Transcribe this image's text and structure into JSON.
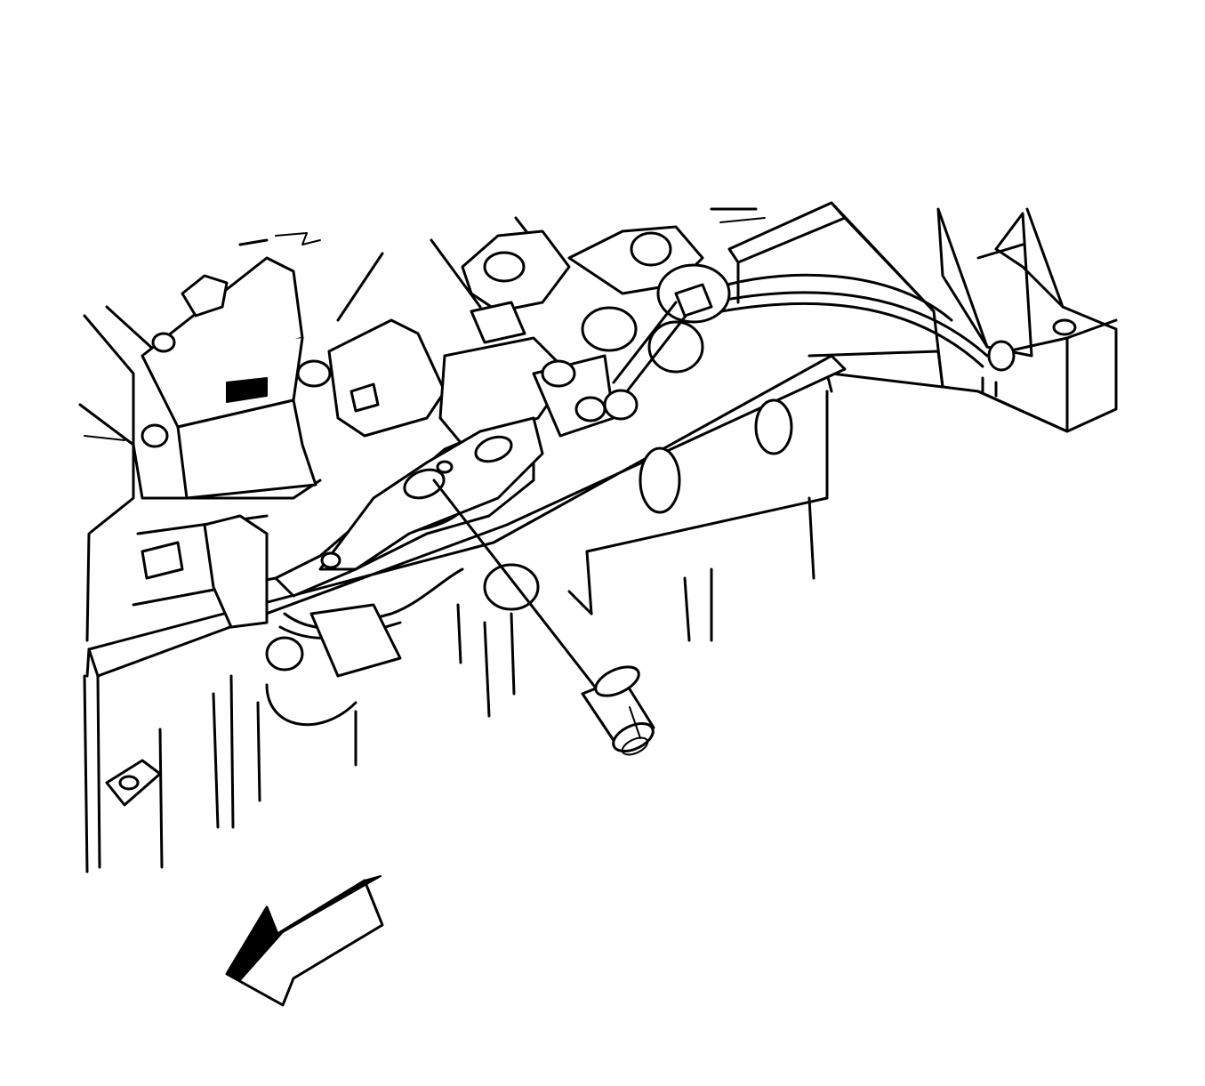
{
  "diagram": {
    "line_color": "#000000",
    "background_color": "#ffffff",
    "components": [
      {
        "name": "engine-block-outline"
      },
      {
        "name": "exhaust-manifold"
      },
      {
        "name": "exhaust-manifold-gasket"
      },
      {
        "name": "manifold-studs"
      },
      {
        "name": "heat-shield-bracket"
      },
      {
        "name": "crossmember-rail"
      },
      {
        "name": "oxygen-sensor-wiring"
      },
      {
        "name": "callout-leader-line"
      },
      {
        "name": "sleeve-part-callout"
      }
    ],
    "orientation_arrow": {
      "icon": "front-direction-arrow-icon",
      "direction": "lower-left"
    }
  }
}
